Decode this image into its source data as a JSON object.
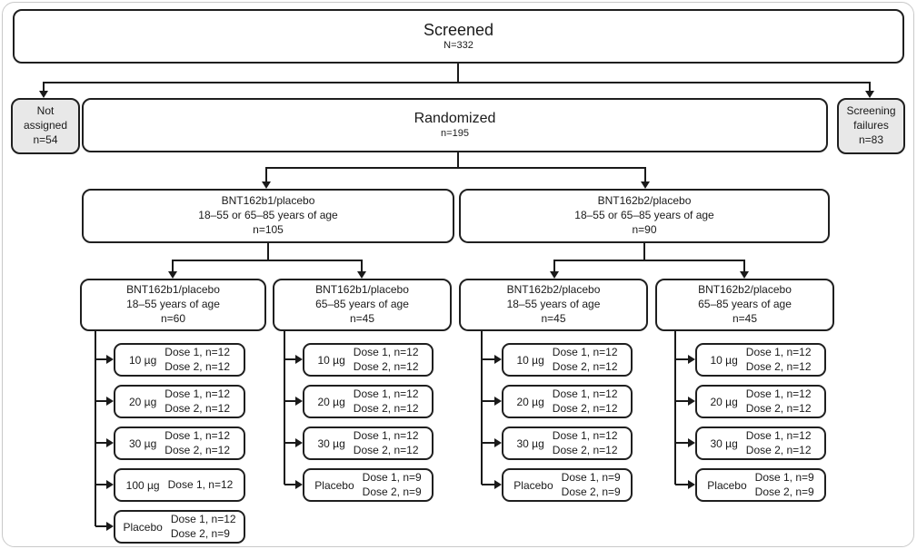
{
  "figure": {
    "screened": {
      "title": "Screened",
      "n": "N=332"
    },
    "not_assigned": {
      "label": "Not assigned",
      "n": "n=54"
    },
    "randomized": {
      "title": "Randomized",
      "n": "n=195"
    },
    "screening_failures": {
      "label": "Screening failures",
      "n": "n=83"
    },
    "arms": [
      {
        "title": "BNT162b1/placebo",
        "age": "18–55 or 65–85 years of age",
        "n": "n=105"
      },
      {
        "title": "BNT162b2/placebo",
        "age": "18–55 or 65–85 years of age",
        "n": "n=90"
      }
    ],
    "groups": [
      {
        "title": "BNT162b1/placebo",
        "age": "18–55 years of age",
        "n": "n=60"
      },
      {
        "title": "BNT162b1/placebo",
        "age": "65–85 years of age",
        "n": "n=45"
      },
      {
        "title": "BNT162b2/placebo",
        "age": "18–55 years of age",
        "n": "n=45"
      },
      {
        "title": "BNT162b2/placebo",
        "age": "65–85 years of age",
        "n": "n=45"
      }
    ],
    "dose_columns": [
      {
        "doses": [
          {
            "label": "10 µg",
            "dose1": "Dose 1, n=12",
            "dose2": "Dose 2, n=12"
          },
          {
            "label": "20 µg",
            "dose1": "Dose 1, n=12",
            "dose2": "Dose 2, n=12"
          },
          {
            "label": "30 µg",
            "dose1": "Dose 1, n=12",
            "dose2": "Dose 2, n=12"
          },
          {
            "label": "100 µg",
            "dose1": "Dose 1, n=12",
            "dose2": ""
          },
          {
            "label": "Placebo",
            "dose1": "Dose 1, n=12",
            "dose2": "Dose 2, n=9"
          }
        ]
      },
      {
        "doses": [
          {
            "label": "10 µg",
            "dose1": "Dose 1, n=12",
            "dose2": "Dose 2, n=12"
          },
          {
            "label": "20 µg",
            "dose1": "Dose 1, n=12",
            "dose2": "Dose 2, n=12"
          },
          {
            "label": "30 µg",
            "dose1": "Dose 1, n=12",
            "dose2": "Dose 2, n=12"
          },
          {
            "label": "Placebo",
            "dose1": "Dose 1, n=9",
            "dose2": "Dose 2, n=9"
          }
        ]
      },
      {
        "doses": [
          {
            "label": "10 µg",
            "dose1": "Dose 1, n=12",
            "dose2": "Dose 2, n=12"
          },
          {
            "label": "20 µg",
            "dose1": "Dose 1, n=12",
            "dose2": "Dose 2, n=12"
          },
          {
            "label": "30 µg",
            "dose1": "Dose 1, n=12",
            "dose2": "Dose 2, n=12"
          },
          {
            "label": "Placebo",
            "dose1": "Dose 1, n=9",
            "dose2": "Dose 2, n=9"
          }
        ]
      },
      {
        "doses": [
          {
            "label": "10 µg",
            "dose1": "Dose 1, n=12",
            "dose2": "Dose 2, n=12"
          },
          {
            "label": "20 µg",
            "dose1": "Dose 1, n=12",
            "dose2": "Dose 2, n=12"
          },
          {
            "label": "30 µg",
            "dose1": "Dose 1, n=12",
            "dose2": "Dose 2, n=12"
          },
          {
            "label": "Placebo",
            "dose1": "Dose 1, n=9",
            "dose2": "Dose 2, n=9"
          }
        ]
      }
    ],
    "colors": {
      "box_border": "#1f1f1f",
      "shaded_box_bg": "#e8e8e8",
      "connector": "#1a1a1a",
      "frame_border": "#c9c9c9",
      "background": "#ffffff"
    }
  }
}
